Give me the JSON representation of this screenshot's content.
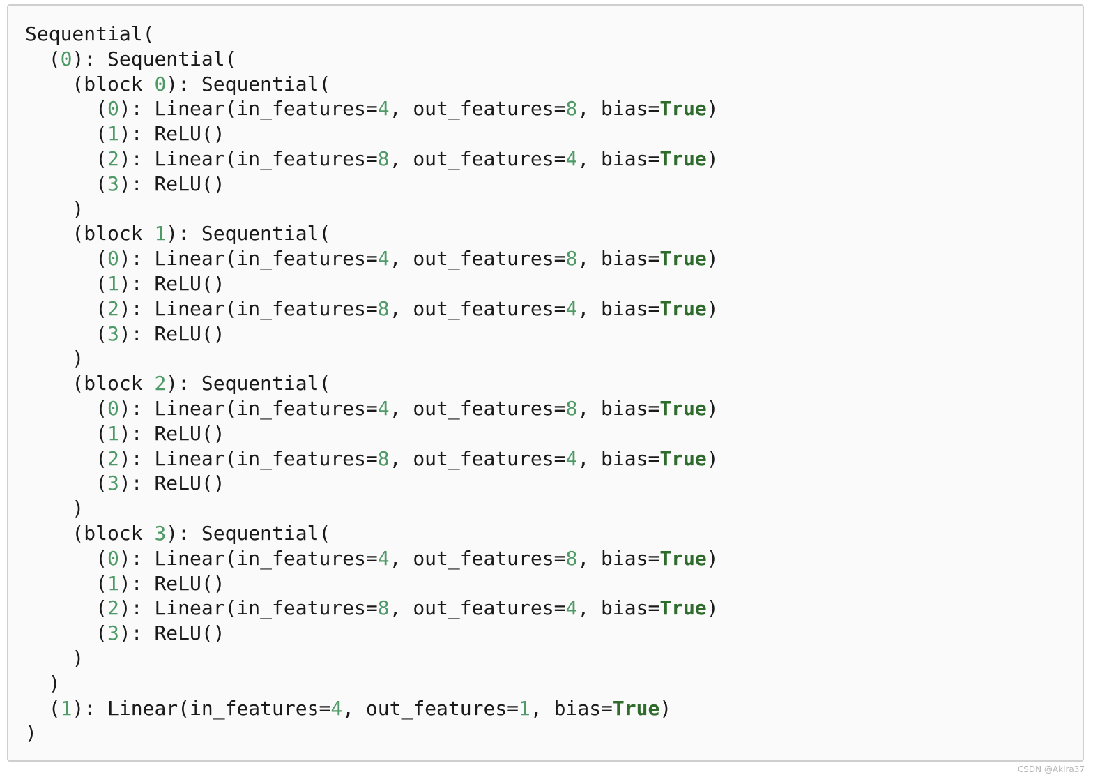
{
  "watermark": "CSDN @Akira37",
  "code_lines": [
    "Sequential(",
    "  ({0}): Sequential(",
    "    (block {0}): Sequential(",
    "      ({0}): Linear(in_features={4}, out_features={8}, bias=[True])",
    "      ({1}): ReLU()",
    "      ({2}): Linear(in_features={8}, out_features={4}, bias=[True])",
    "      ({3}): ReLU()",
    "    )",
    "    (block {1}): Sequential(",
    "      ({0}): Linear(in_features={4}, out_features={8}, bias=[True])",
    "      ({1}): ReLU()",
    "      ({2}): Linear(in_features={8}, out_features={4}, bias=[True])",
    "      ({3}): ReLU()",
    "    )",
    "    (block {2}): Sequential(",
    "      ({0}): Linear(in_features={4}, out_features={8}, bias=[True])",
    "      ({1}): ReLU()",
    "      ({2}): Linear(in_features={8}, out_features={4}, bias=[True])",
    "      ({3}): ReLU()",
    "    )",
    "    (block {3}): Sequential(",
    "      ({0}): Linear(in_features={4}, out_features={8}, bias=[True])",
    "      ({1}): ReLU()",
    "      ({2}): Linear(in_features={8}, out_features={4}, bias=[True])",
    "      ({3}): ReLU()",
    "    )",
    "  )",
    "  ({1}): Linear(in_features={4}, out_features={1}, bias=[True])",
    ")"
  ],
  "colors": {
    "number": "#4e9a66",
    "keyword": "#2e6b2c",
    "text": "#1a1a1a",
    "border": "#cfcfcf",
    "background": "#fafafa"
  }
}
